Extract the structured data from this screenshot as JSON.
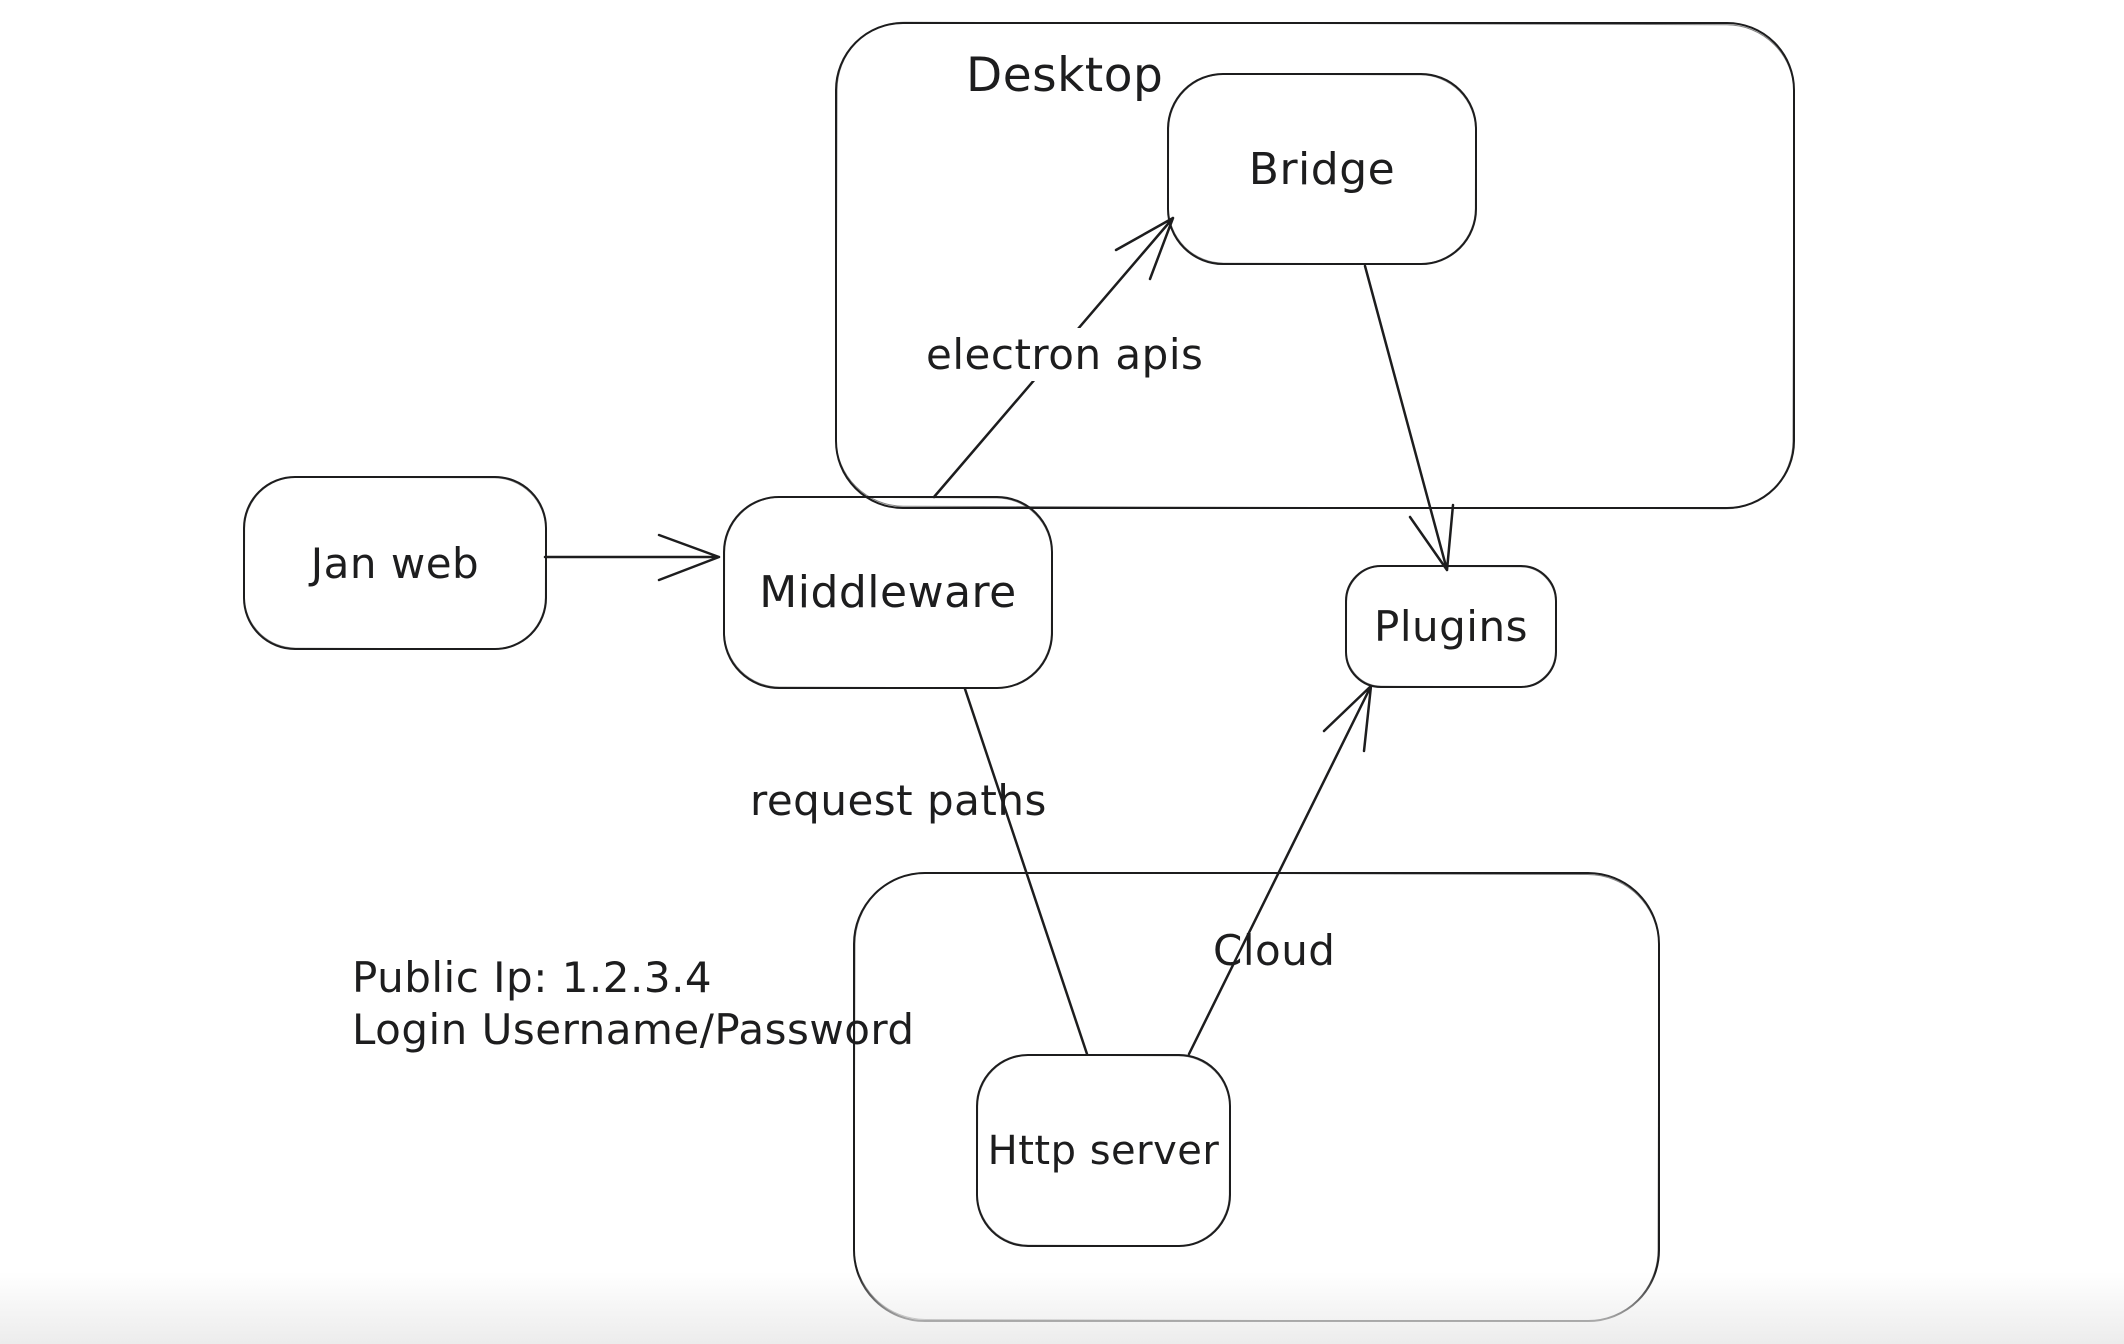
{
  "diagram": {
    "type": "hand-drawn-flow-diagram",
    "background": "#ffffff",
    "stroke_color": "#1d1d1e",
    "containers": {
      "desktop": {
        "label": "Desktop"
      },
      "cloud": {
        "label": "Cloud"
      }
    },
    "nodes": {
      "jan_web": {
        "label": "Jan web"
      },
      "middleware": {
        "label": "Middleware"
      },
      "bridge": {
        "label": "Bridge"
      },
      "plugins": {
        "label": "Plugins"
      },
      "http_server": {
        "label": "Http server"
      }
    },
    "edges": [
      {
        "from": "Jan web",
        "to": "Middleware",
        "label": ""
      },
      {
        "from": "Middleware",
        "to": "Bridge",
        "label": "electron apis"
      },
      {
        "from": "Bridge",
        "to": "Plugins",
        "label": ""
      },
      {
        "from": "Middleware",
        "to": "Http server",
        "label": "request paths"
      },
      {
        "from": "Http server",
        "to": "Plugins",
        "label": ""
      }
    ],
    "edge_labels": {
      "electron_apis": "electron apis",
      "request_paths": "request paths"
    },
    "notes": {
      "public_ip": "Public Ip: 1.2.3.4",
      "login": "Login Username/Password"
    }
  }
}
